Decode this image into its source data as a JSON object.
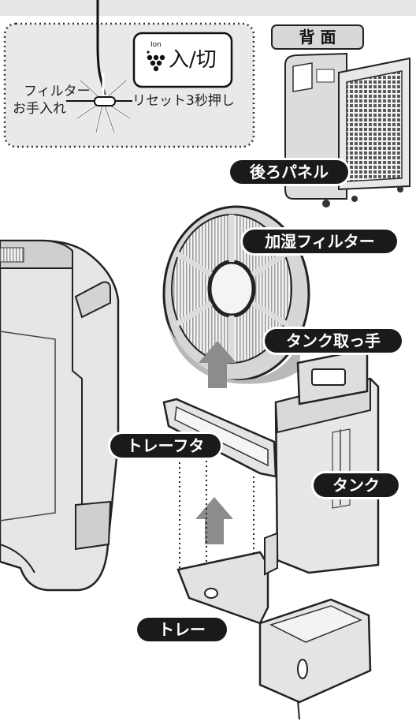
{
  "panel_title": "背 面",
  "button": {
    "ion_label": "Ion",
    "power_label": "入/切"
  },
  "indicator": {
    "left_line1": "フィルター",
    "left_line2": "お手入れ",
    "right_label": "リセット3秒押し"
  },
  "callouts": {
    "rear_panel": "後ろパネル",
    "humid_filter": "加湿フィルター",
    "tank_handle": "タンク取っ手",
    "tray_lid": "トレーフタ",
    "tank": "タンク",
    "tray": "トレー"
  },
  "colors": {
    "label_bg": "#1a1a1a",
    "label_text": "#ffffff",
    "panel_bg": "#e6e6e6",
    "arrow": "#8c8c8c"
  }
}
